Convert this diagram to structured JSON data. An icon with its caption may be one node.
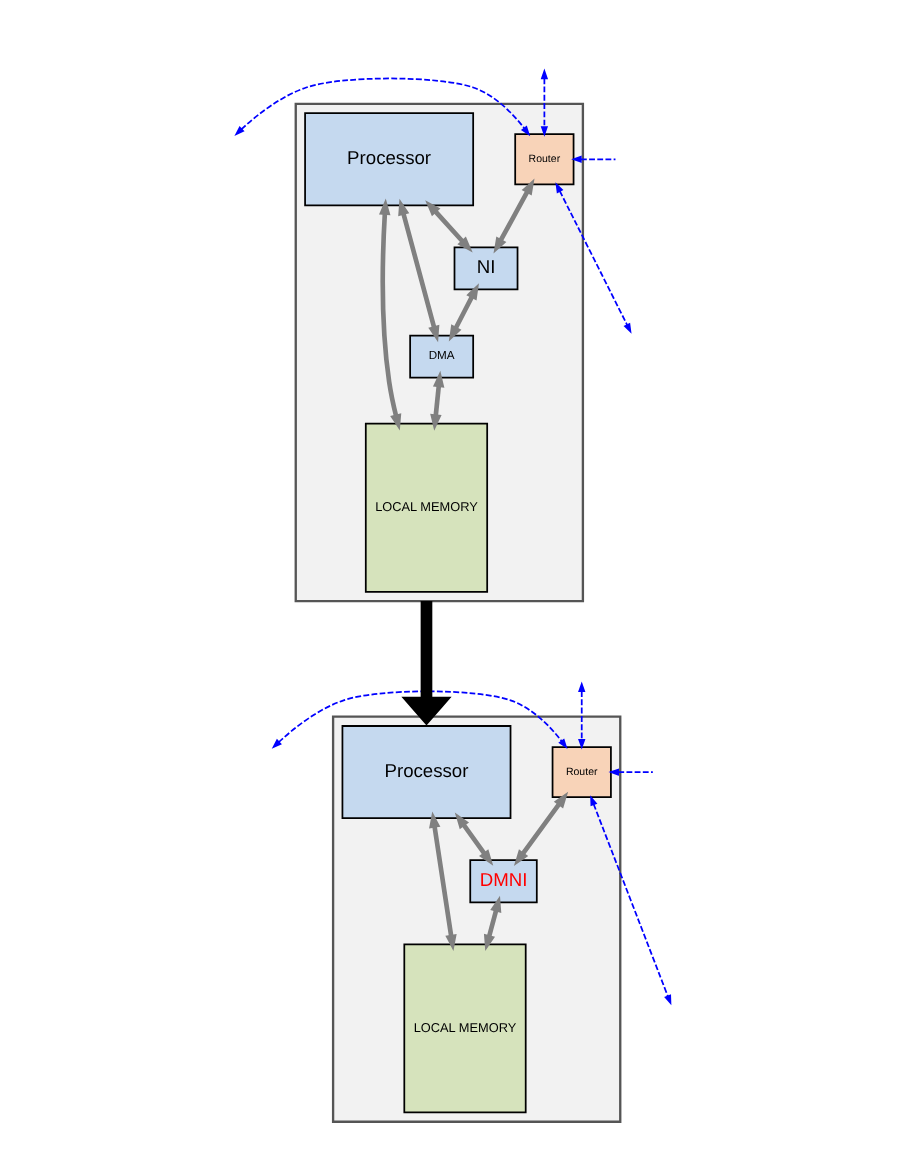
{
  "diagram": {
    "nodes": [
      {
        "text": [],
        "shape": "box"
      },
      {
        "text": [
          "Processor"
        ],
        "in": 0
      },
      {
        "text": [
          "LOCAL MEMORY"
        ],
        "in": 0
      },
      {
        "text": [
          "Router"
        ],
        "in": 0
      },
      {
        "text": [
          "NI"
        ],
        "in": 0
      },
      {
        "text": [
          "DMA"
        ],
        "in": 0
      },
      {
        "text": [],
        "shape": "box"
      },
      {
        "text": [
          "Processor"
        ],
        "in": 6
      },
      {
        "text": [
          "LOCAL MEMORY"
        ],
        "in": 6
      },
      {
        "text": [
          "Router"
        ],
        "in": 6
      },
      {
        "text": [
          "DMNI"
        ],
        "in": 6
      }
    ],
    "edges": [
      {
        "from": 1,
        "to": 2,
        "arrow": "both"
      },
      {
        "from": 1,
        "to": 4,
        "arrow": "both"
      },
      {
        "from": 1,
        "to": 5,
        "arrow": "both"
      },
      {
        "from": 3,
        "to": 4,
        "arrow": "both"
      },
      {
        "from": 4,
        "to": 5,
        "arrow": "both"
      },
      {
        "from": 5,
        "to": 2,
        "arrow": "both"
      },
      {
        "from": 3,
        "to": null,
        "arrow": "both",
        "style": "dashed",
        "color": "#0000ff"
      },
      {
        "from": 3,
        "to": null,
        "arrow": "both",
        "style": "dashed",
        "color": "#0000ff"
      },
      {
        "from": 3,
        "to": null,
        "arrow": "both",
        "style": "dashed",
        "color": "#0000ff"
      },
      {
        "from": null,
        "to": 3,
        "arrow": "to",
        "style": "dashed",
        "color": "#0000ff"
      },
      {
        "from": 0,
        "to": 6,
        "arrow": "to",
        "style": "thick",
        "color": "#000000"
      },
      {
        "from": 7,
        "to": 8,
        "arrow": "both"
      },
      {
        "from": 7,
        "to": 10,
        "arrow": "both"
      },
      {
        "from": 9,
        "to": 10,
        "arrow": "both"
      },
      {
        "from": 10,
        "to": 8,
        "arrow": "both"
      },
      {
        "from": 9,
        "to": null,
        "arrow": "both",
        "style": "dashed",
        "color": "#0000ff"
      },
      {
        "from": 9,
        "to": null,
        "arrow": "both",
        "style": "dashed",
        "color": "#0000ff"
      },
      {
        "from": 9,
        "to": null,
        "arrow": "both",
        "style": "dashed",
        "color": "#0000ff"
      },
      {
        "from": null,
        "to": 9,
        "arrow": "to",
        "style": "dashed",
        "color": "#0000ff"
      }
    ]
  }
}
